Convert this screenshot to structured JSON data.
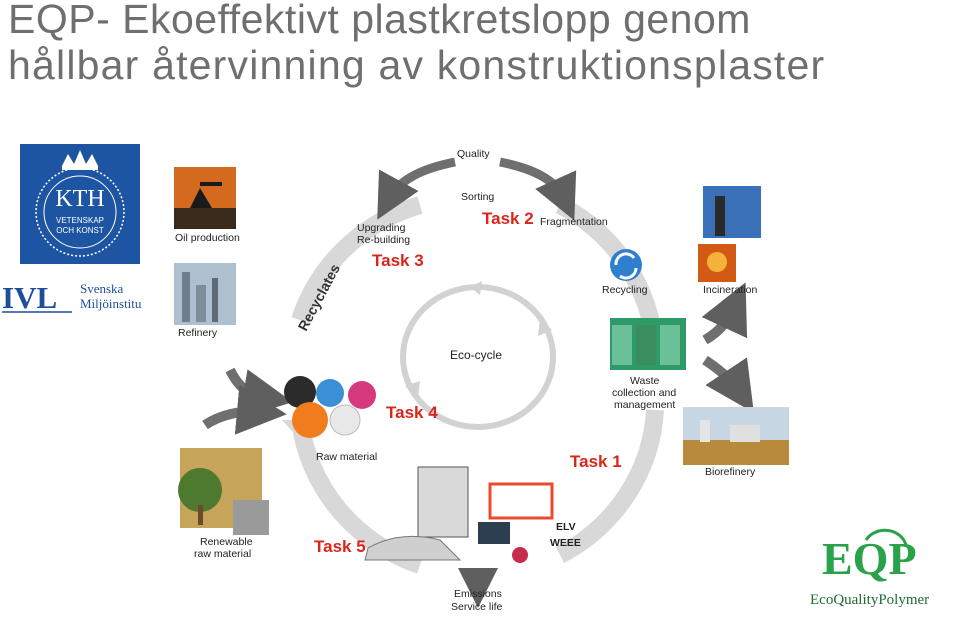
{
  "title": {
    "line1": "EQP- Ekoeffektivt plastkretslopp genom",
    "line2": "hållbar återvinning av konstruktionsplaster"
  },
  "logos": {
    "kth_top": "KTH",
    "kth_sub1": "VETENSKAP",
    "kth_sub2": "OCH KONST",
    "ivl_short": "IVL",
    "ivl_name1": "Svenska",
    "ivl_name2": "Miljöinstitu",
    "eqp_short": "EQP",
    "eqp_name": "EcoQualityPolymer"
  },
  "diagram": {
    "quality": "Quality",
    "sorting": "Sorting",
    "fragmentation": "Fragmentation",
    "upgrading": "Upgrading",
    "rebuilding": "Re-building",
    "recycling": "Recycling",
    "incineration": "Incineration",
    "oil_production": "Oil production",
    "refinery": "Refinery",
    "recyclates": "Recyclates",
    "eco_cycle": "Eco-cycle",
    "waste1": "Waste",
    "waste2": "collection and",
    "waste3": "management",
    "raw_material": "Raw material",
    "biorefinery": "Biorefinery",
    "renewable1": "Renewable",
    "renewable2": "raw material",
    "elv": "ELV",
    "weee": "WEEE",
    "emissions": "Emissions",
    "service_life": "Service life",
    "task1": "Task 1",
    "task2": "Task 2",
    "task3": "Task 3",
    "task4": "Task 4",
    "task5": "Task 5"
  },
  "colors": {
    "title": "#6f6f6f",
    "task": "#d9261c",
    "kth_blue": "#1d55a3",
    "ivl_blue": "#1d4e9a",
    "eqp_green": "#2aa24a",
    "arrow_gray": "#8d8d8d"
  }
}
